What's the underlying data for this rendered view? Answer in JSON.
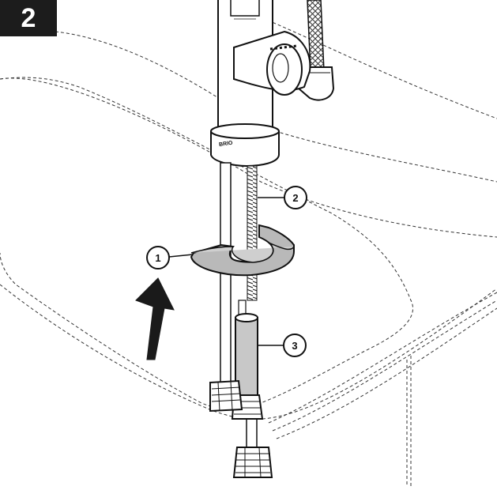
{
  "step": {
    "number": "2"
  },
  "callouts": [
    {
      "id": "1"
    },
    {
      "id": "2"
    },
    {
      "id": "3"
    }
  ],
  "faucet": {
    "brand_mark": "BRIO"
  },
  "colors": {
    "ink": "#1a1a1a",
    "badge_bg": "#1c1c1c",
    "badge_text": "#ffffff",
    "washer_fill": "#b9b9b9",
    "sleeve_fill": "#c8c8c8",
    "body_fill": "#ffffff"
  }
}
